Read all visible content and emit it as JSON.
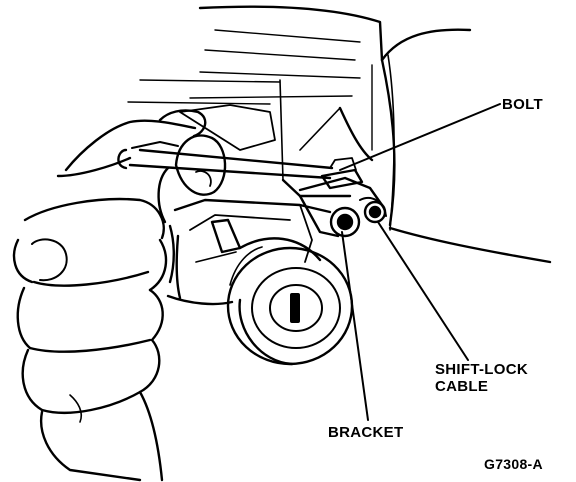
{
  "labels": {
    "bolt": "BOLT",
    "shift_lock_line1": "SHIFT-LOCK",
    "shift_lock_line2": "CABLE",
    "bracket": "BRACKET",
    "figure_id": "G7308-A"
  }
}
